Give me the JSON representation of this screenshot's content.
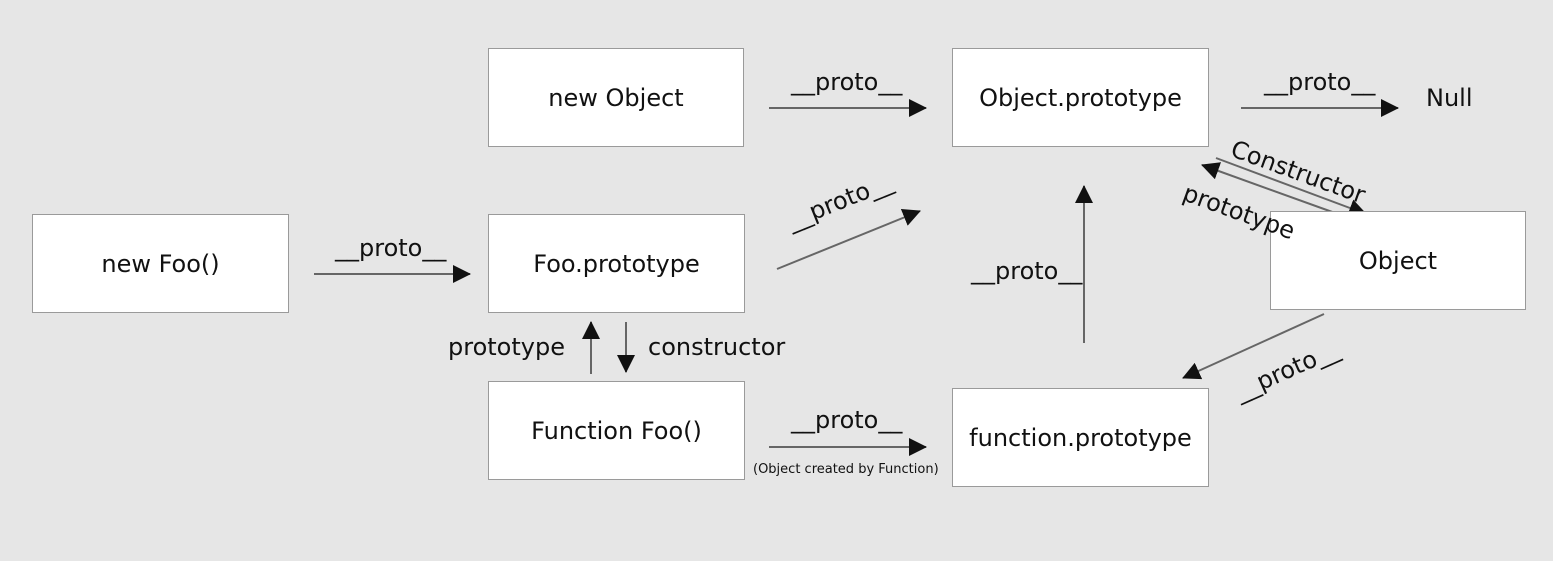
{
  "nodes": {
    "new_object": "new Object",
    "object_prototype": "Object.prototype",
    "null": "Null",
    "new_foo": "new Foo()",
    "foo_prototype": "Foo.prototype",
    "object": "Object",
    "function_foo": "Function Foo()",
    "function_prototype": "function.prototype"
  },
  "edges": {
    "new_object_proto": "__proto__",
    "object_prototype_proto": "__proto__",
    "new_foo_proto": "__proto__",
    "foo_prototype_proto": "__proto__",
    "function_prototype_proto": "__proto__",
    "object_proto": "__proto__",
    "function_foo_proto": "__proto__",
    "function_foo_proto_note": "(Object created by Function)",
    "constructor_upper": "Constructor",
    "prototype_upper": "prototype",
    "prototype_left": "prototype",
    "constructor_left": "constructor"
  }
}
